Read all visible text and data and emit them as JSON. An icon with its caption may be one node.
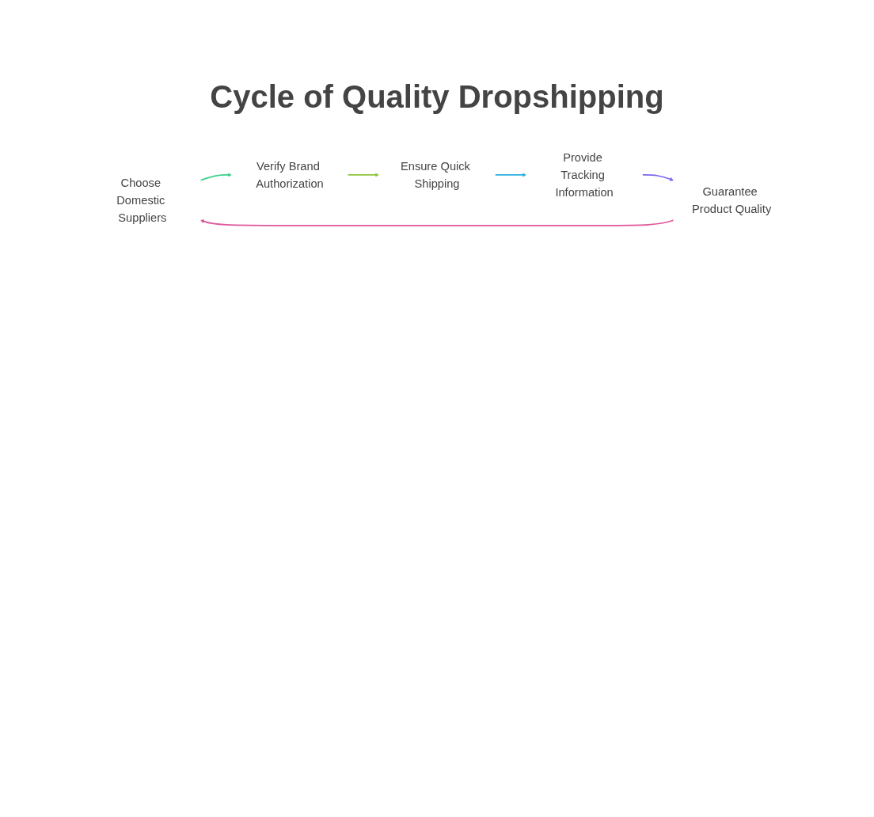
{
  "diagram": {
    "title": "Cycle of Quality Dropshipping",
    "nodes": [
      {
        "text": [
          "Choose Domestic Suppliers"
        ]
      },
      {
        "text": [
          "Verify Brand Authorization"
        ]
      },
      {
        "text": [
          "Ensure Quick Shipping"
        ]
      },
      {
        "text": [
          "Provide Tracking Information"
        ]
      },
      {
        "text": [
          "Guarantee Product Quality"
        ]
      }
    ],
    "edges": [
      {
        "from": 0,
        "to": 1,
        "arrow": "to",
        "color": "#3ecf8e"
      },
      {
        "from": 1,
        "to": 2,
        "arrow": "to",
        "color": "#8fc43a"
      },
      {
        "from": 2,
        "to": 3,
        "arrow": "to",
        "color": "#29b0e0"
      },
      {
        "from": 3,
        "to": 4,
        "arrow": "to",
        "color": "#7b68ee"
      },
      {
        "from": 4,
        "to": 0,
        "arrow": "to",
        "color": "#e0559b"
      }
    ]
  }
}
